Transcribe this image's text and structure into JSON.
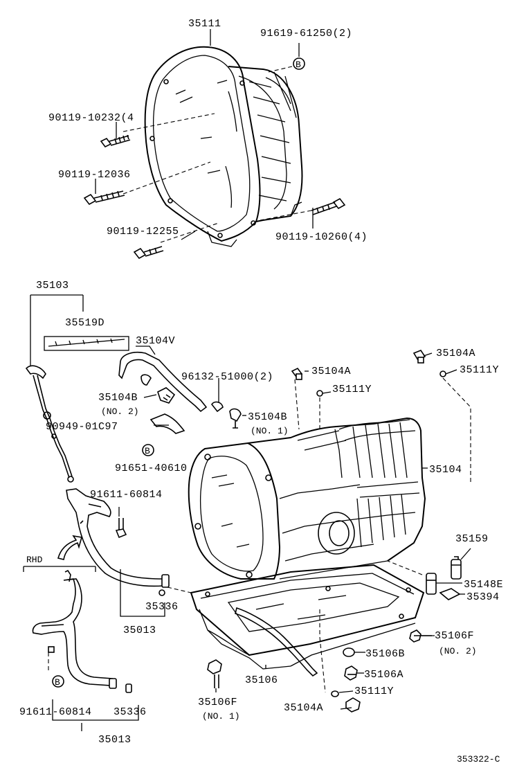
{
  "labels": {
    "p35111": "35111",
    "p91619": "91619-61250(2)",
    "b1": "B",
    "p90119a": "90119-10232(4",
    "p90119b": "90119-12036",
    "p90119c": "90119-12255",
    "p90119d": "90119-10260(4)",
    "p35103": "35103",
    "p35519d": "35519D",
    "p35104v": "35104V",
    "p96132": "96132-51000(2)",
    "p35104a1": "35104A",
    "p35111y1": "35111Y",
    "p35104a2": "35104A",
    "p35111y2": "35111Y",
    "p35104b1": "35104B",
    "p35104b1sub": "(NO. 2)",
    "p90949": "90949-01C97",
    "p35104b2": "35104B",
    "p35104b2sub": "(NO. 1)",
    "b2": "B",
    "p91651": "91651-40610",
    "p35104": "35104",
    "p91611a": "91611-60814",
    "p35159": "35159",
    "rhd": "RHD",
    "p35148e": "35148E",
    "p35394": "35394",
    "p35336a": "35336",
    "p35013a": "35013",
    "p35106f2": "35106F",
    "p35106f2sub": "(NO. 2)",
    "p35106b": "35106B",
    "p35106": "35106",
    "p35106a": "35106A",
    "p35111y3": "35111Y",
    "p35106f1": "35106F",
    "p35106f1sub": "(NO. 1)",
    "p35104a3": "35104A",
    "b3": "B",
    "p91611b": "91611-60814",
    "p35336b": "35336",
    "p35013b": "35013",
    "figno": "353322-C"
  }
}
